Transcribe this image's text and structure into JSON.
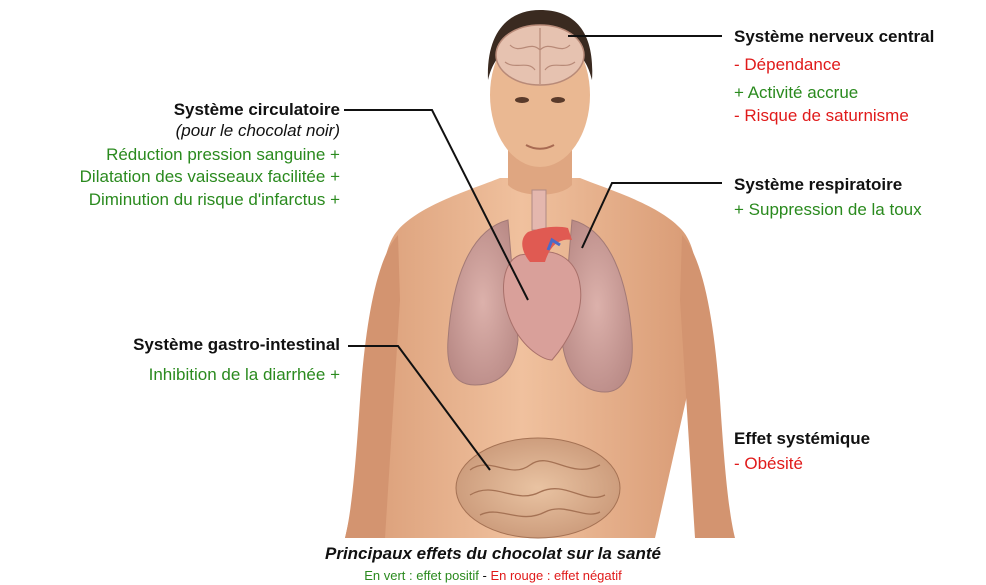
{
  "diagram": {
    "caption": "Principaux effets du chocolat sur la santé",
    "legend": {
      "positive": "En vert : effet positif",
      "separator": " - ",
      "negative": "En rouge : effet négatif"
    },
    "systems": {
      "nervous": {
        "title": "Système nerveux central",
        "effects": [
          "- Dépendance",
          "+ Activité accrue",
          "- Risque de saturnisme"
        ]
      },
      "circulatory": {
        "title": "Système circulatoire",
        "subtitle": "(pour le chocolat noir)",
        "effects": [
          "Réduction pression sanguine +",
          "Dilatation des vaisseaux facilitée +",
          "Diminution du risque d'infarctus +"
        ]
      },
      "respiratory": {
        "title": "Système respiratoire",
        "effects": [
          "+ Suppression de la toux"
        ]
      },
      "digestive": {
        "title": "Système gastro-intestinal",
        "effects": [
          "Inhibition de la diarrhée +"
        ]
      },
      "systemic": {
        "title": "Effet systémique",
        "effects": [
          "- Obésité"
        ]
      }
    },
    "colors": {
      "positive": "#2a8a1e",
      "negative": "#e01a1a",
      "skin": "#e8b48e",
      "organs": "#d4a29a"
    }
  }
}
